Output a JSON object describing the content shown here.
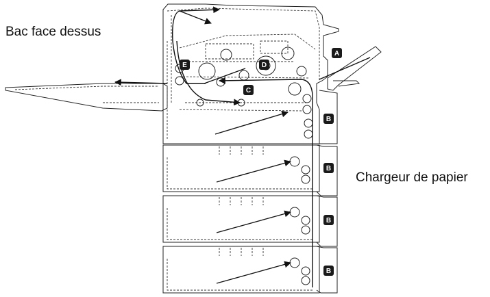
{
  "labels": {
    "face_up_tray": "Bac face dessus",
    "paper_feeder": "Chargeur de papier"
  },
  "badges": {
    "A": "A",
    "B": "B",
    "C": "C",
    "D": "D",
    "E": "E"
  }
}
